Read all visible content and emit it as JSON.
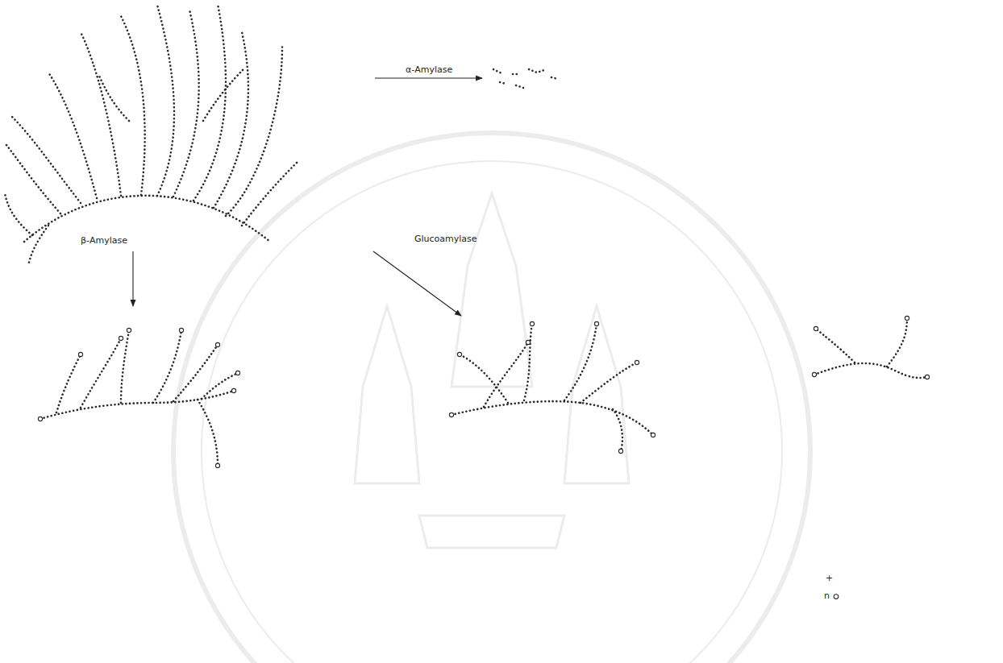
{
  "diagram": {
    "labels": [
      "α-Amylase",
      "β-Amylase",
      "Glucoamylase",
      "+",
      "n"
    ]
  }
}
